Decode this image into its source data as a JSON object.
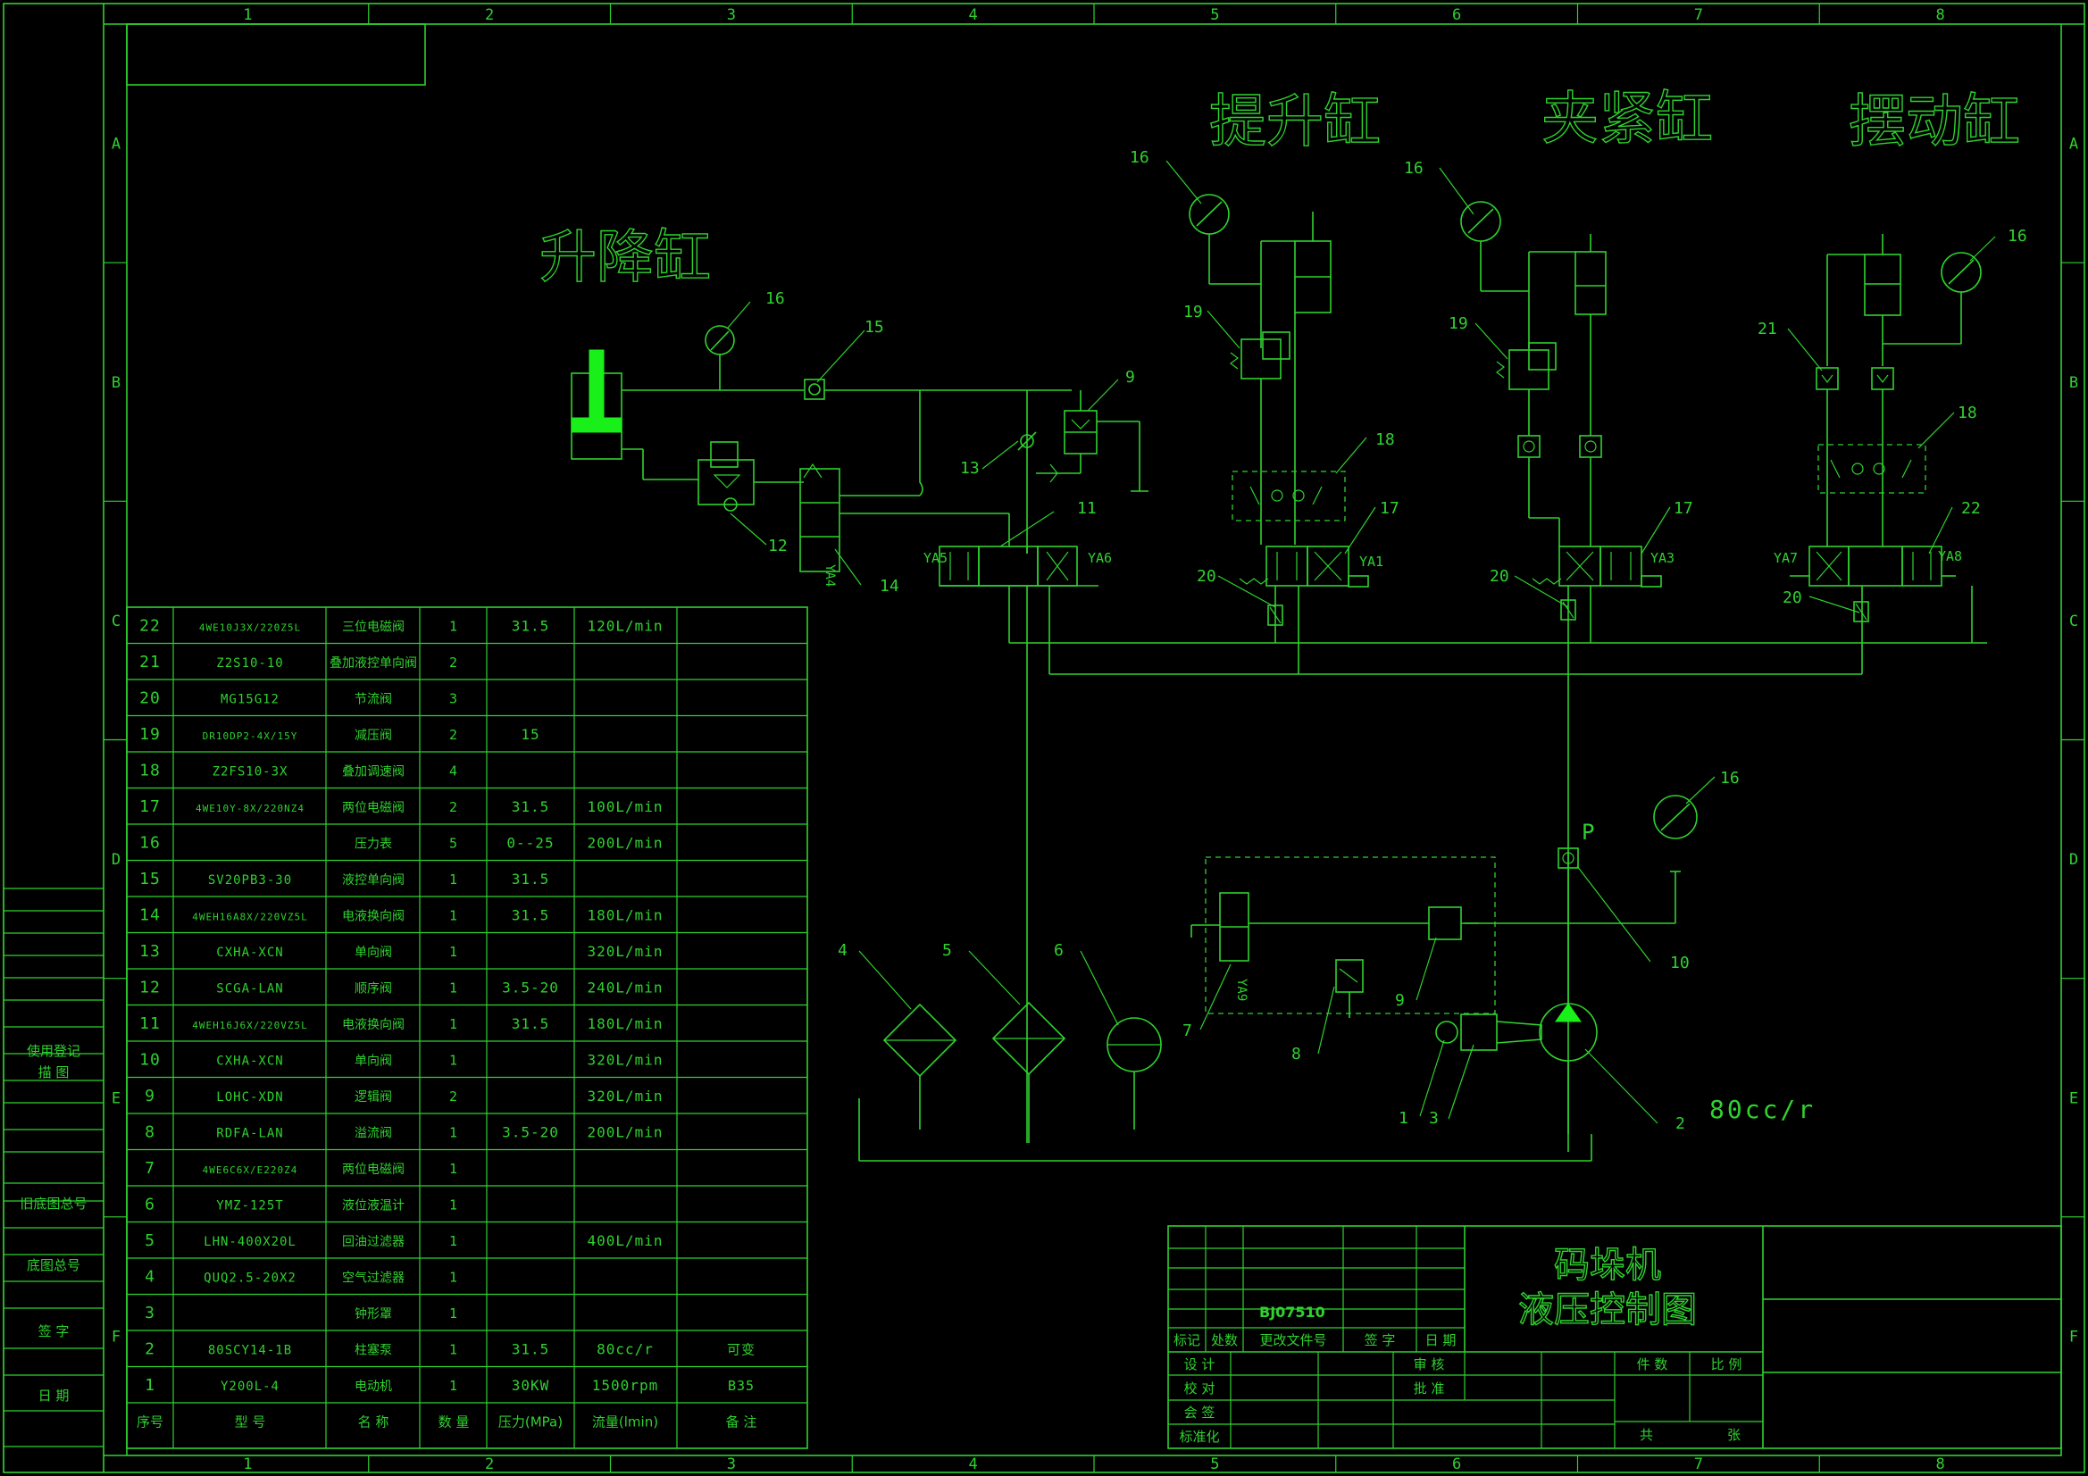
{
  "frame": {
    "col_labels": [
      "1",
      "2",
      "3",
      "4",
      "5",
      "6",
      "7",
      "8"
    ],
    "row_labels": [
      "A",
      "B",
      "C",
      "D",
      "E",
      "F"
    ],
    "side_labels": [
      "使用登记",
      "描 图",
      "旧底图总号",
      "底图总号",
      "签 字",
      "日 期"
    ]
  },
  "cylinders": {
    "lift_lower": "升降缸",
    "hoist": "提升缸",
    "clamp": "夹紧缸",
    "swing": "摆动缸"
  },
  "callouts": {
    "c16a": "16",
    "c15": "15",
    "c9a": "9",
    "c13": "13",
    "c11": "11",
    "c12": "12",
    "c14": "14",
    "c16b": "16",
    "c19a": "19",
    "c18a": "18",
    "c17a": "17",
    "c20a": "20",
    "c16c": "16",
    "c19b": "19",
    "c17b": "17",
    "c20b": "20",
    "c16d": "16",
    "c21": "21",
    "c18b": "18",
    "c22": "22",
    "c20c": "20",
    "c16e": "16",
    "c10": "10",
    "c4": "4",
    "c5": "5",
    "c6": "6",
    "c7": "7",
    "c8": "8",
    "c9b": "9",
    "c1": "1",
    "c3": "3",
    "c2": "2"
  },
  "valve_labels": {
    "ya5": "YA5",
    "ya6": "YA6",
    "ya4": "YA4",
    "ya1": "YA1",
    "ya3": "YA3",
    "ya7": "YA7",
    "ya8": "YA8",
    "ya9": "YA9",
    "p": "P"
  },
  "pump_spec": "80cc/r",
  "parts_table": {
    "header": [
      "序号",
      "型 号",
      "名 称",
      "数 量",
      "压力(MPa)",
      "流量(lmin)",
      "备 注"
    ],
    "rows": [
      [
        "22",
        "4WE10J3X/220Z5L",
        "三位电磁阀",
        "1",
        "31.5",
        "120L/min",
        ""
      ],
      [
        "21",
        "Z2S10-10",
        "叠加液控单向阀",
        "2",
        "",
        "",
        ""
      ],
      [
        "20",
        "MG15G12",
        "节流阀",
        "3",
        "",
        "",
        ""
      ],
      [
        "19",
        "DR10DP2-4X/15Y",
        "减压阀",
        "2",
        "15",
        "",
        ""
      ],
      [
        "18",
        "Z2FS10-3X",
        "叠加调速阀",
        "4",
        "",
        "",
        ""
      ],
      [
        "17",
        "4WE10Y-8X/220NZ4",
        "两位电磁阀",
        "2",
        "31.5",
        "100L/min",
        ""
      ],
      [
        "16",
        "",
        "压力表",
        "5",
        "0--25",
        "200L/min",
        ""
      ],
      [
        "15",
        "SV20PB3-30",
        "液控单向阀",
        "1",
        "31.5",
        "",
        ""
      ],
      [
        "14",
        "4WEH16A8X/220VZ5L",
        "电液换向阀",
        "1",
        "31.5",
        "180L/min",
        ""
      ],
      [
        "13",
        "CXHA-XCN",
        "单向阀",
        "1",
        "",
        "320L/min",
        ""
      ],
      [
        "12",
        "SCGA-LAN",
        "顺序阀",
        "1",
        "3.5-20",
        "240L/min",
        ""
      ],
      [
        "11",
        "4WEH16J6X/220VZ5L",
        "电液换向阀",
        "1",
        "31.5",
        "180L/min",
        ""
      ],
      [
        "10",
        "CXHA-XCN",
        "单向阀",
        "1",
        "",
        "320L/min",
        ""
      ],
      [
        "9",
        "LOHC-XDN",
        "逻辑阀",
        "2",
        "",
        "320L/min",
        ""
      ],
      [
        "8",
        "RDFA-LAN",
        "溢流阀",
        "1",
        "3.5-20",
        "200L/min",
        ""
      ],
      [
        "7",
        "4WE6C6X/E220Z4",
        "两位电磁阀",
        "1",
        "",
        "",
        ""
      ],
      [
        "6",
        "YMZ-125T",
        "液位液温计",
        "1",
        "",
        "",
        ""
      ],
      [
        "5",
        "LHN-400X20L",
        "回油过滤器",
        "1",
        "",
        "400L/min",
        ""
      ],
      [
        "4",
        "QUQ2.5-20X2",
        "空气过滤器",
        "1",
        "",
        "",
        ""
      ],
      [
        "3",
        "",
        "钟形罩",
        "1",
        "",
        "",
        ""
      ],
      [
        "2",
        "80SCY14-1B",
        "柱塞泵",
        "1",
        "31.5",
        "80cc/r",
        "可变"
      ],
      [
        "1",
        "Y200L-4",
        "电动机",
        "1",
        "30KW",
        "1500rpm",
        "B35"
      ]
    ]
  },
  "title_block": {
    "drawing_no": "BJ07510",
    "title_line1": "码垛机",
    "title_line2": "液压控制图",
    "sign_header": [
      "标记",
      "处数",
      "更改文件号",
      "签 字",
      "日 期"
    ],
    "designer": "设 计",
    "checker": "校 对",
    "countersign": "会 签",
    "standardize": "标准化",
    "review": "审 核",
    "approve": "批 准",
    "weight": "件 数",
    "scale": "比 例",
    "total": "共",
    "sheet": "张"
  }
}
